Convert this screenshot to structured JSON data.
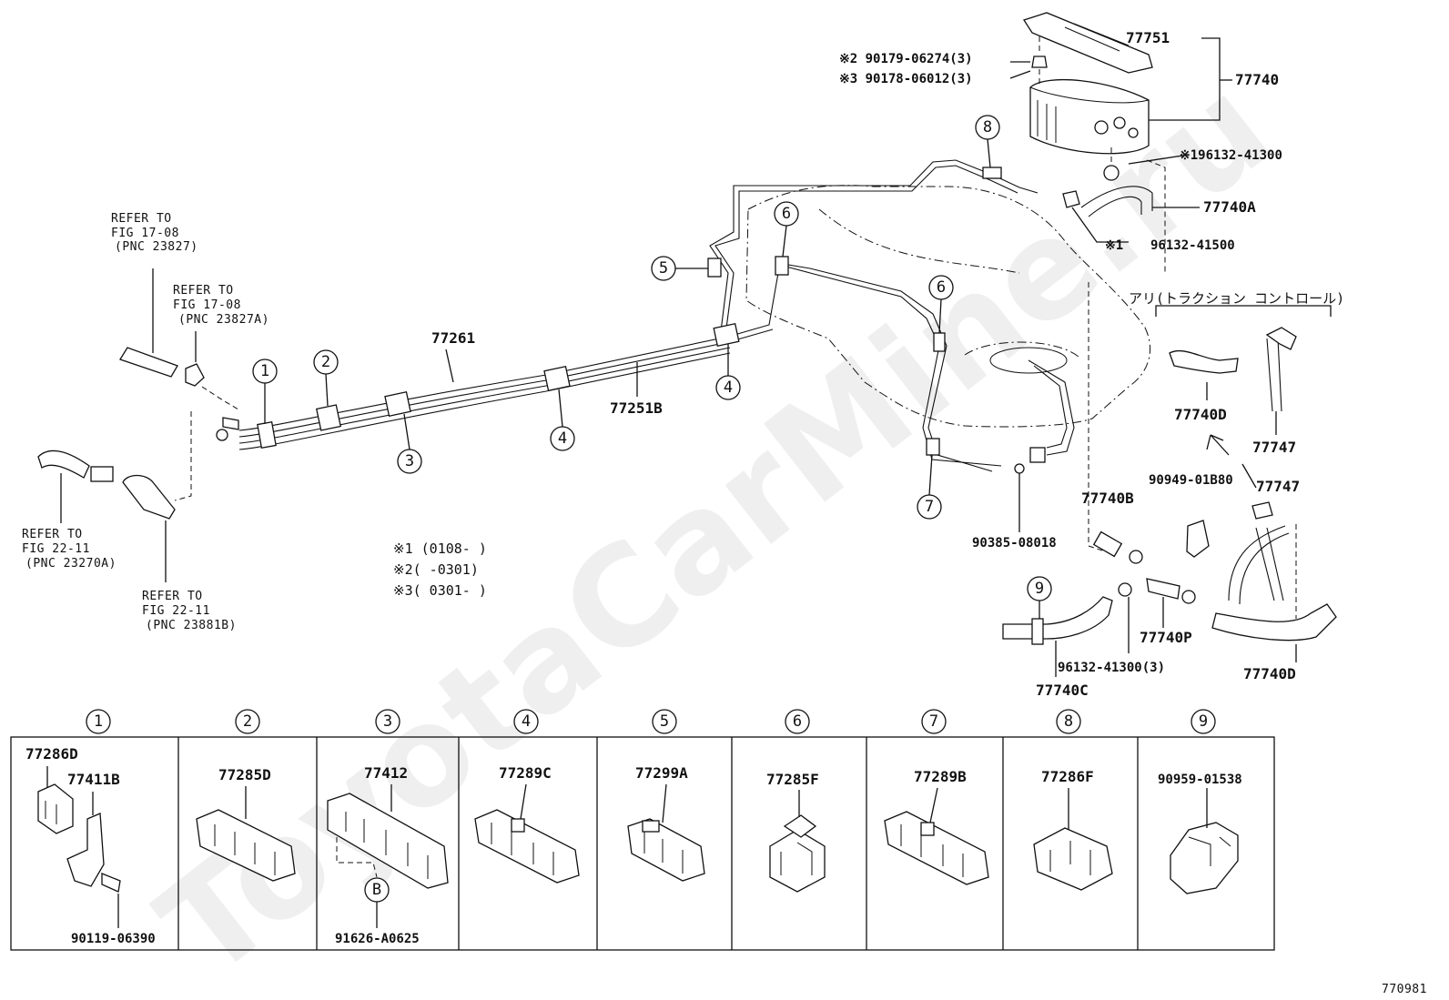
{
  "labels": {
    "p77751": "77751",
    "p77740": "77740",
    "note2_part": "※2 90179-06274(3)",
    "note3_part": "※3 90178-06012(3)",
    "p196132": "※196132-41300",
    "p77740A": "77740A",
    "note1_part_mark": "※1",
    "note1_part": "96132-41500",
    "traction": "アリ(トラクション コントロール)",
    "p77740D_top": "77740D",
    "p77747_top": "77747",
    "p90949": "90949-01B80",
    "p77747_mid": "77747",
    "p77740B": "77740B",
    "p90385": "90385-08018",
    "p77740P": "77740P",
    "p96132_3": "96132-41300(3)",
    "p77740C": "77740C",
    "p77740D_bot": "77740D",
    "p77261": "77261",
    "p77251B": "77251B",
    "ref1_a": "REFER TO",
    "ref1_b": "FIG 17-08",
    "ref1_c": "(PNC 23827)",
    "ref2_a": "REFER TO",
    "ref2_b": "FIG 17-08",
    "ref2_c": "(PNC 23827A)",
    "ref3_a": "REFER TO",
    "ref3_b": "FIG 22-11",
    "ref3_c": "(PNC 23270A)",
    "ref4_a": "REFER TO",
    "ref4_b": "FIG 22-11",
    "ref4_c": "(PNC 23881B)",
    "legend1": "※1 (0108-          )",
    "legend2": "※2(          -0301)",
    "legend3": "※3( 0301-          )",
    "figure_no": "770981",
    "watermark": "ToyotaCarMine.ru"
  },
  "callouts": [
    "1",
    "2",
    "3",
    "4",
    "5",
    "6",
    "7",
    "8",
    "9",
    "B"
  ],
  "panels": [
    {
      "num": "1",
      "parts": [
        "77286D",
        "77411B",
        "90119-06390"
      ]
    },
    {
      "num": "2",
      "parts": [
        "77285D"
      ]
    },
    {
      "num": "3",
      "parts": [
        "77412",
        "91626-A0625"
      ]
    },
    {
      "num": "4",
      "parts": [
        "77289C"
      ]
    },
    {
      "num": "5",
      "parts": [
        "77299A"
      ]
    },
    {
      "num": "6",
      "parts": [
        "77285F"
      ]
    },
    {
      "num": "7",
      "parts": [
        "77289B"
      ]
    },
    {
      "num": "8",
      "parts": [
        "77286F"
      ]
    },
    {
      "num": "9",
      "parts": [
        "90959-01538"
      ]
    }
  ]
}
